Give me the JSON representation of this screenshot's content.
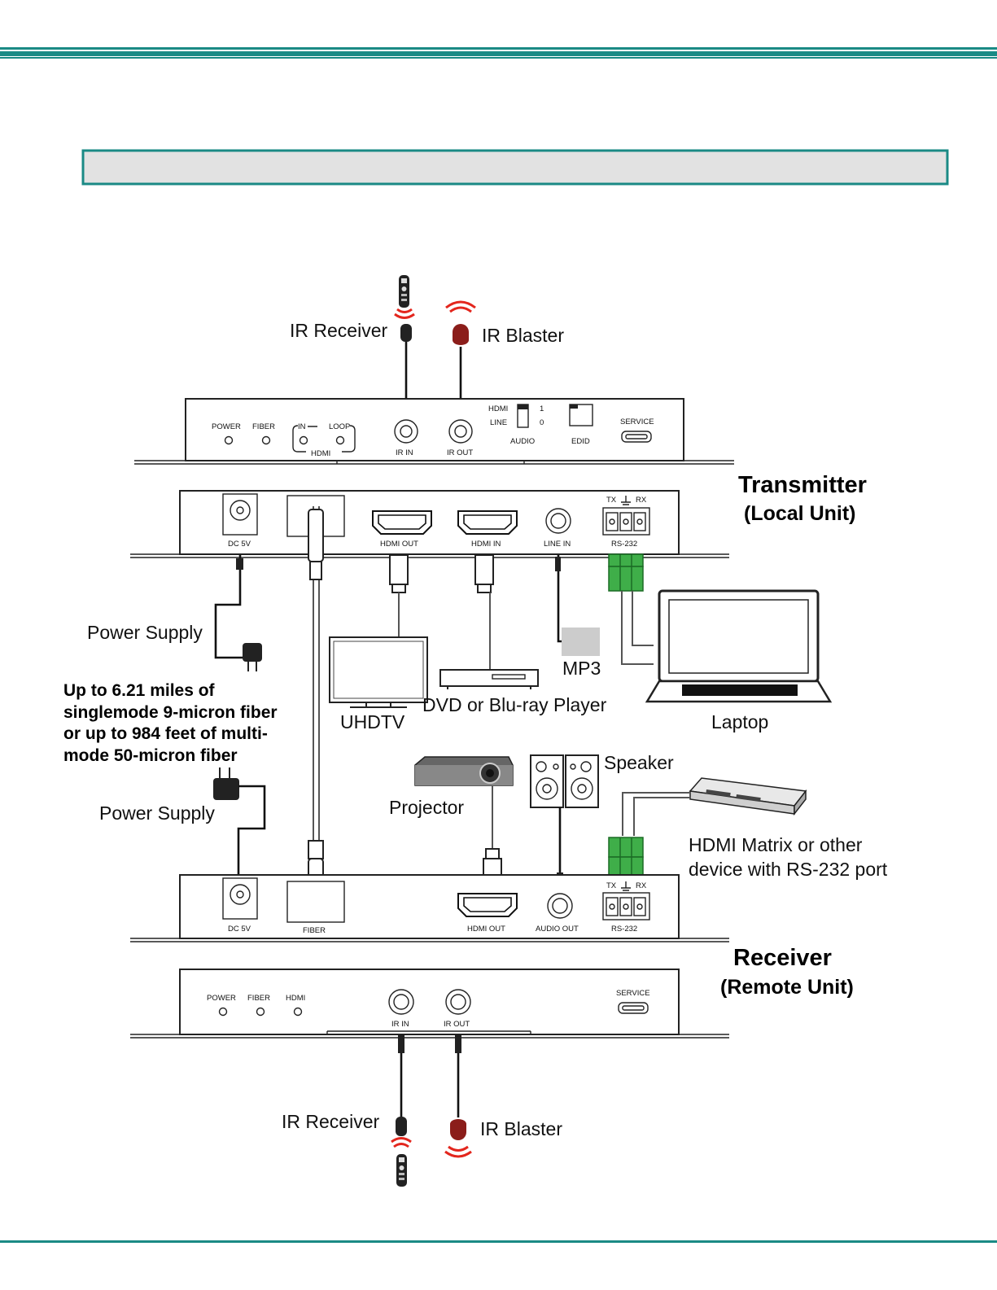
{
  "colors": {
    "accent": "#1a8a85",
    "title_box_fill": "#e2e2e2",
    "rs232_green": "#3fae49",
    "ir_red": "#e3261d"
  },
  "transmitter": {
    "title": "Transmitter",
    "subtitle": "(Local Unit)",
    "front_panel": {
      "power": "POWER",
      "fiber": "FIBER",
      "in": "IN",
      "loop": "LOOP",
      "hdmi": "HDMI",
      "ir_in": "IR IN",
      "ir_out": "IR OUT",
      "audio_hdmi": "HDMI",
      "audio_line": "LINE",
      "audio_1": "1",
      "audio_0": "0",
      "audio": "AUDIO",
      "edid": "EDID",
      "service": "SERVICE"
    },
    "rear_panel": {
      "dc5v": "DC 5V",
      "hdmi_out": "HDMI OUT",
      "hdmi_in": "HDMI IN",
      "line_in": "LINE  IN",
      "rs232": "RS-232",
      "tx": "TX",
      "rx": "RX"
    }
  },
  "receiver": {
    "title": "Receiver",
    "subtitle": "(Remote Unit)",
    "rear_panel": {
      "dc5v": "DC 5V",
      "fiber": "FIBER",
      "hdmi_out": "HDMI OUT",
      "audio_out": "AUDIO OUT",
      "rs232": "RS-232",
      "tx": "TX",
      "rx": "RX"
    },
    "front_panel": {
      "power": "POWER",
      "fiber": "FIBER",
      "hdmi": "HDMI",
      "ir_in": "IR IN",
      "ir_out": "IR OUT",
      "service": "SERVICE"
    }
  },
  "labels": {
    "ir_receiver_top": "IR Receiver",
    "ir_blaster_top": "IR Blaster",
    "power_supply_top": "Power Supply",
    "power_supply_bottom": "Power Supply",
    "mp3": "MP3",
    "uhdtv": "UHDTV",
    "dvd": "DVD or Blu-ray Player",
    "laptop": "Laptop",
    "projector": "Projector",
    "speaker": "Speaker",
    "matrix_line1": "HDMI Matrix or other",
    "matrix_line2": "device with RS-232 port",
    "ir_receiver_bottom": "IR Receiver",
    "ir_blaster_bottom": "IR Blaster"
  },
  "fiber_note": {
    "line1": "Up to 6.21 miles of",
    "line2": "singlemode 9-micron fiber",
    "line3": "or  up to 984 feet of multi-",
    "line4": "mode 50-micron fiber"
  },
  "icons": [
    "remote-control-icon",
    "ir-receiver-icon",
    "ir-blaster-icon",
    "power-adapter-icon",
    "tv-icon",
    "dvd-player-icon",
    "mp3-player-icon",
    "laptop-icon",
    "projector-icon",
    "speaker-icon",
    "hdmi-matrix-icon",
    "rs232-terminal-icon",
    "hdmi-port-icon",
    "fiber-connector-icon"
  ]
}
